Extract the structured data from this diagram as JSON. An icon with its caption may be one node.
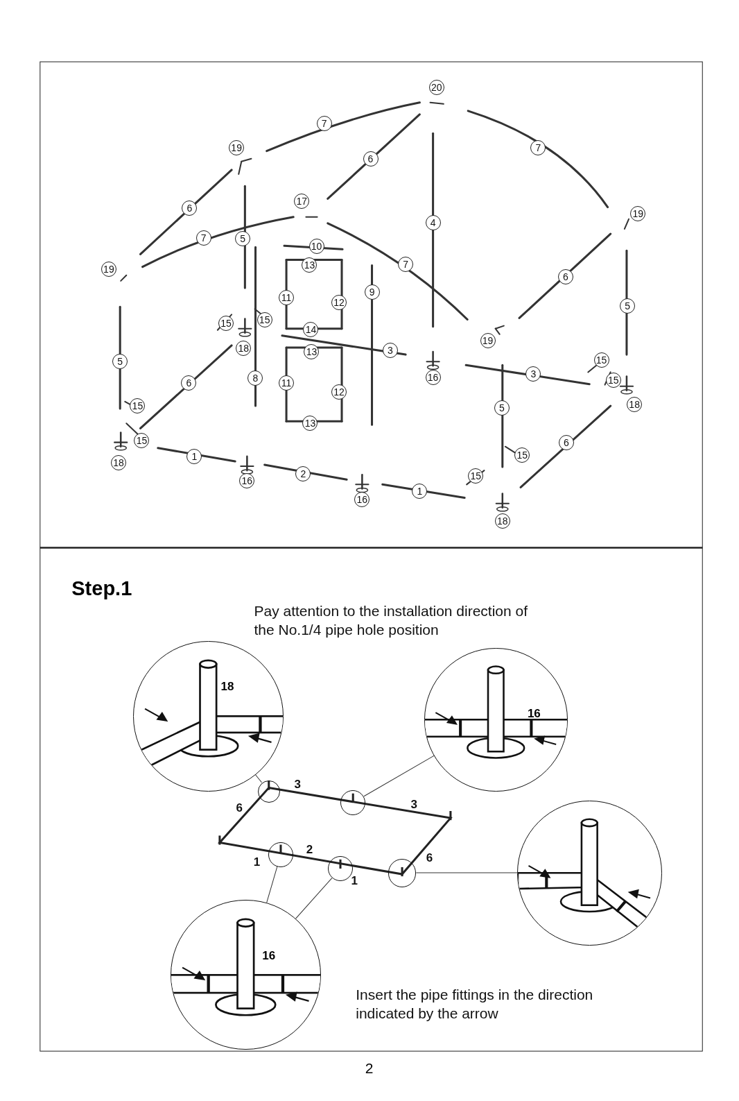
{
  "diagram": {
    "title": "Step.1",
    "nodes": [
      {
        "text": [
          "18"
        ]
      },
      {
        "text": [
          "16"
        ]
      },
      {
        "text": [],
        "shape": "circle"
      },
      {
        "text": [],
        "shape": "circle"
      },
      {
        "text": [],
        "shape": "circle"
      },
      {
        "text": [],
        "shape": "circle"
      },
      {
        "text": [],
        "shape": "circle"
      },
      {
        "text": [],
        "shape": "circle"
      },
      {
        "text": [
          "16"
        ]
      }
    ],
    "edges": [
      {
        "from": 2,
        "to": 0,
        "arrow": "none"
      },
      {
        "from": 3,
        "to": 1,
        "arrow": "none"
      },
      {
        "from": 5,
        "to": 8,
        "arrow": "none"
      },
      {
        "from": 6,
        "to": 8,
        "arrow": "none"
      },
      {
        "from": 7,
        "to": 4,
        "arrow": "none"
      }
    ],
    "labels": [
      "20",
      "7",
      "7",
      "19",
      "6",
      "6",
      "17",
      "19",
      "4",
      "7",
      "5",
      "10",
      "13",
      "7",
      "19",
      "6",
      "11",
      "12",
      "9",
      "15",
      "5",
      "15",
      "14",
      "18",
      "19",
      "3",
      "13",
      "16",
      "5",
      "15",
      "6",
      "8",
      "11",
      "12",
      "3",
      "15",
      "18",
      "5",
      "15",
      "13",
      "6",
      "15",
      "18",
      "1",
      "15",
      "16",
      "2",
      "15",
      "16",
      "1",
      "18",
      "Pay attention to the installation direction of the No.1/4 pipe hole position",
      "3",
      "6",
      "3",
      "2",
      "6",
      "1",
      "1",
      "Insert the pipe fittings in the direction indicated by the arrow",
      "2"
    ]
  }
}
